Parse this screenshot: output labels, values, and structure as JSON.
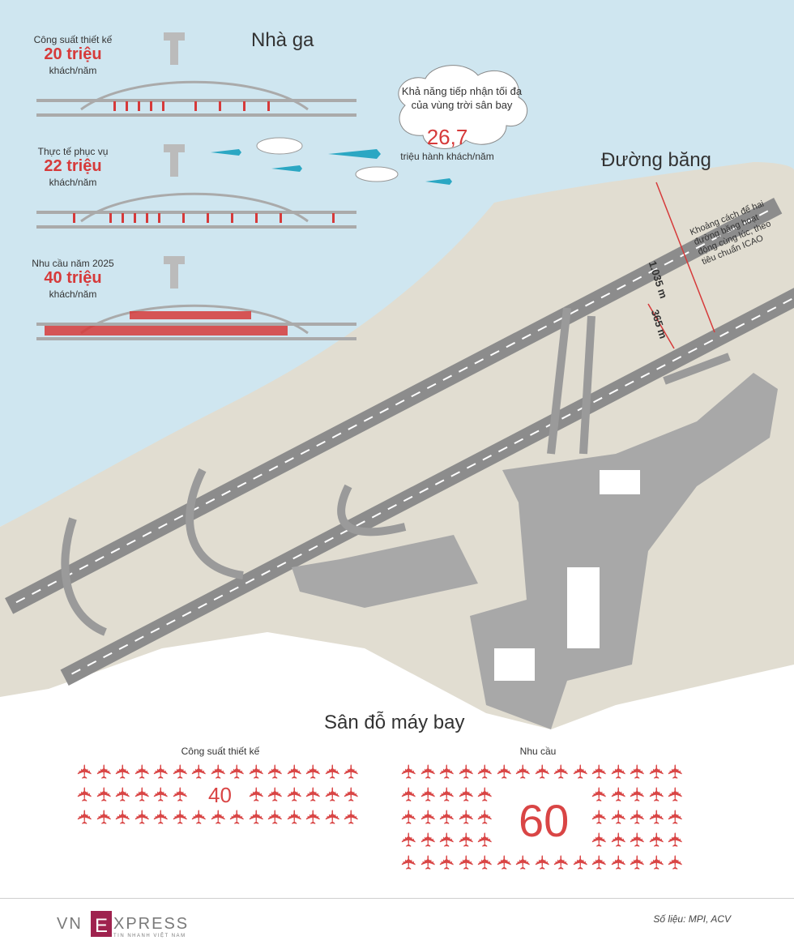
{
  "terminal": {
    "title": "Nhà ga",
    "rows": [
      {
        "label": "Công suất thiết kế",
        "value": "20 triệu",
        "unit": "khách/năm"
      },
      {
        "label": "Thực tế phục vụ",
        "value": "22 triệu",
        "unit": "khách/năm"
      },
      {
        "label": "Nhu cầu năm 2025",
        "value": "40 triệu",
        "unit": "khách/năm"
      }
    ]
  },
  "airspace": {
    "text": "Khả năng tiếp nhận tối đa của vùng trời sân bay",
    "line1": "Khả năng tiếp nhận tối đa",
    "line2": "của vùng trời sân bay",
    "value": "26,7",
    "unit": "triệu hành khách/năm"
  },
  "runway": {
    "title": "Đường băng",
    "distance_total": "1.035 m",
    "distance_between": "365 m",
    "note_lines": [
      "Khoảng cách để hai",
      "đường băng hoạt",
      "động cùng lúc, theo",
      "tiêu chuẩn ICAO"
    ]
  },
  "apron": {
    "title": "Sân đỗ máy bay",
    "design": {
      "label": "Công suất thiết kế",
      "value": "40"
    },
    "demand": {
      "label": "Nhu cầu",
      "value": "60"
    }
  },
  "footer": {
    "logo_text": "VNEXPRESS",
    "logo_sub": "TIN NHANH VIỆT NAM",
    "source": "Số liệu: MPI, ACV"
  },
  "colors": {
    "accent": "#d63a3a",
    "sea": "#cfe6f0",
    "land": "#e1ddd1",
    "runway": "#8c8c8c",
    "building": "#a8a8a8"
  },
  "icons": [
    "airplane-icon",
    "control-tower-icon",
    "cloud-icon",
    "passenger-icon"
  ]
}
